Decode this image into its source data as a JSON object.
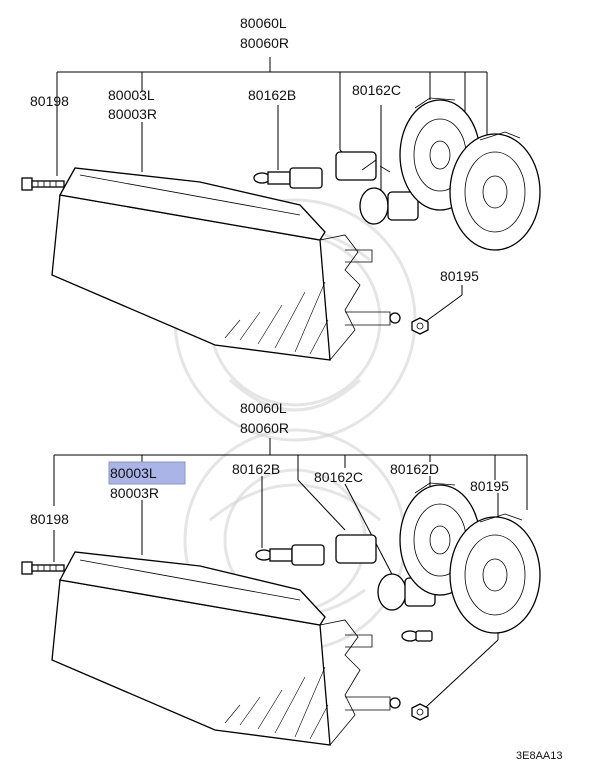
{
  "top": {
    "assembly_left": "80060L",
    "assembly_right": "80060R",
    "housing_left": "80003L",
    "housing_right": "80003R",
    "screw": "80198",
    "bulb_b": "80162B",
    "bulb_c": "80162C",
    "nut": "80195"
  },
  "bottom": {
    "assembly_left": "80060L",
    "assembly_right": "80060R",
    "housing_left": "80003L",
    "housing_right": "80003R",
    "screw": "80198",
    "bulb_b": "80162B",
    "bulb_c": "80162C",
    "bulb_d": "80162D",
    "nut": "80195"
  },
  "diagram_code": "3E8AA13",
  "highlight_color": "#aab4e6"
}
